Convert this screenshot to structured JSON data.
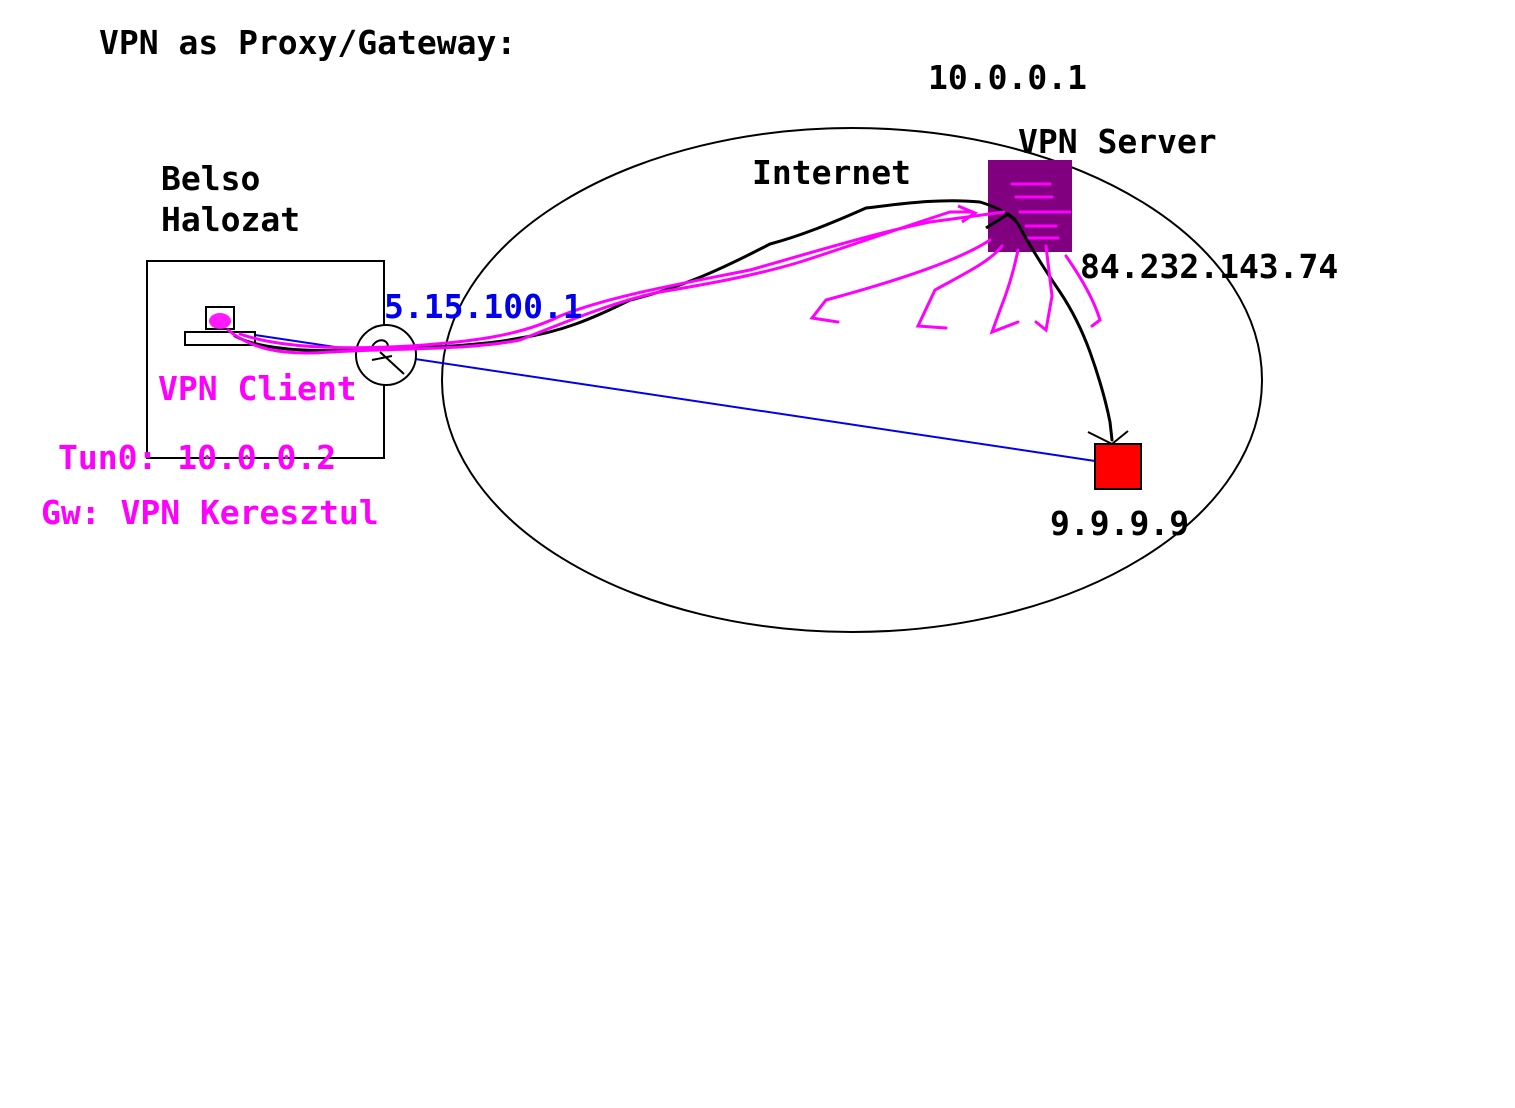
{
  "title": "VPN as Proxy/Gateway:",
  "labels": {
    "lan_line1": "Belso",
    "lan_line2": "Halozat",
    "internet": "Internet",
    "vpn_server": "VPN Server",
    "tunnel_server_ip": "10.0.0.1",
    "server_public_ip": "84.232.143.74",
    "router_public_ip": "5.15.100.1",
    "vpn_client": "VPN Client",
    "tun0": "Tun0: 10.0.0.2",
    "gateway": "Gw: VPN Keresztul",
    "target_ip": "9.9.9.9"
  },
  "colors": {
    "black": "#000000",
    "magenta": "#ff00ff",
    "blue": "#0000ee",
    "server_fill": "#800080",
    "target_fill": "#ff0000"
  },
  "icons": {
    "router": "router-icon",
    "client": "computer-icon",
    "server": "server-icon",
    "target": "host-icon"
  }
}
